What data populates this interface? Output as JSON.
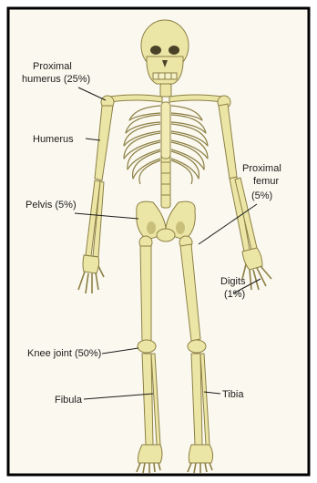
{
  "figure": {
    "labels": {
      "proximal_humerus_line1": "Proximal",
      "proximal_humerus_line2": "humerus (25%)",
      "humerus": "Humerus",
      "proximal_femur_line1": "Proximal",
      "proximal_femur_line2": "femur",
      "proximal_femur_line3": "(5%)",
      "pelvis": "Pelvis (5%)",
      "digits_line1": "Digits",
      "digits_line2": "(1%)",
      "knee_joint": "Knee joint (50%)",
      "fibula": "Fibula",
      "tibia": "Tibia"
    },
    "colors": {
      "bone": "#ece6a6",
      "bone_outline": "#8c7f45",
      "paper": "#fbf9ef",
      "border": "#000000",
      "text": "#1a1a1a"
    }
  }
}
